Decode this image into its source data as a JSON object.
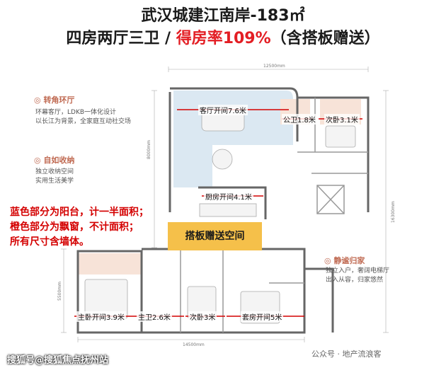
{
  "title": {
    "line1": "武汉城建江南岸-183㎡",
    "line2_black": "四房两厅三卫 / ",
    "line2_red": "得房率109%",
    "line2_tail": "（含搭板赠送）"
  },
  "note": {
    "line1": "蓝色部分为阳台，计一半面积；",
    "line2": "橙色部分为飘窗，不计面积；",
    "line3": "所有尺寸含墙体。"
  },
  "features": [
    {
      "title": "转角环厅",
      "line1": "环幕客厅，LDKB一体化设计",
      "line2": "以长江为背景，全家庭互动社交场"
    },
    {
      "title": "自如收纳",
      "line1": "独立收纳空间",
      "line2": "实用生活美学"
    },
    {
      "title": "静谧归家",
      "line1": "独立入户，奢阔电梯厅",
      "line2": "出入从容，归家悠然"
    }
  ],
  "dimensions": {
    "top": "12500mm",
    "left_upper": "8000mm",
    "left_lower": "5500mm",
    "right": "16300mm",
    "bottom": "14500mm"
  },
  "labels": {
    "living": "客厅开间7.6米",
    "pub_bath": "公卫1.8米",
    "bed2": "次卧3.1米",
    "kitchen": "厨房开间4.1米",
    "gift": "搭板赠送空间",
    "master": "主卧开间3.9米",
    "master_bath": "主卫2.6米",
    "bed3": "次卧3米",
    "suite": "套房开间5米"
  },
  "footer": {
    "left": "搜狐号@搜狐焦点抚州站",
    "right": "公众号 · 地产流浪客"
  },
  "colors": {
    "balcony_blue": "#dbe8f2",
    "bay_orange": "#f7e3d8",
    "gift_yellow": "#f5c04a",
    "accent_red": "#e31e24"
  }
}
